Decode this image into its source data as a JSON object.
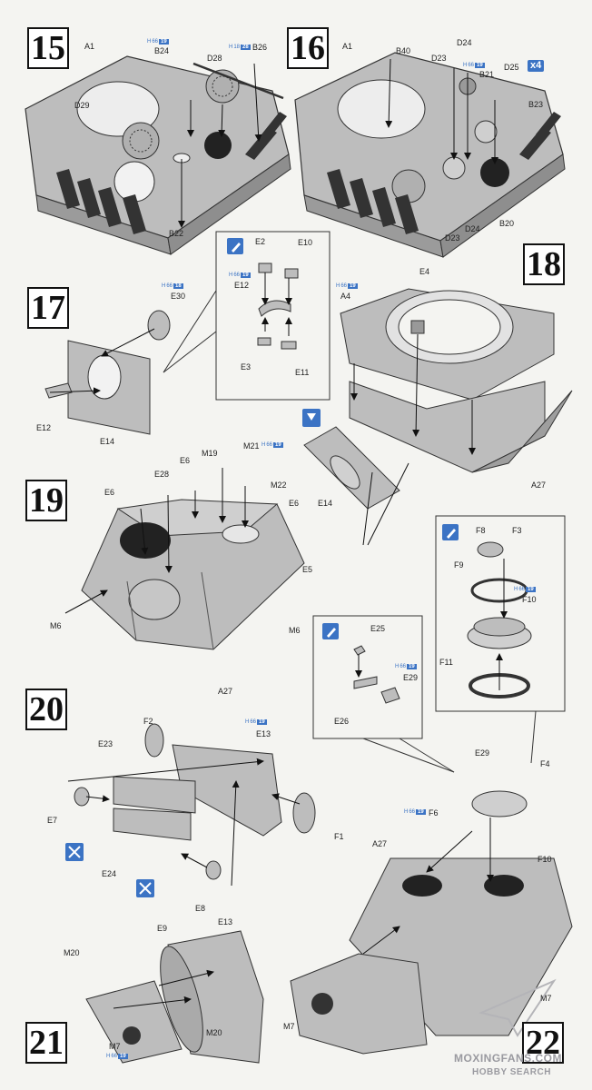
{
  "steps": [
    "15",
    "16",
    "17",
    "18",
    "19",
    "20",
    "21",
    "22"
  ],
  "paint_codes": {
    "h66": {
      "prefix": "H",
      "code": "66",
      "num": "19"
    },
    "h18": {
      "prefix": "H",
      "code": "18",
      "num": "28"
    },
    "h66_18": {
      "prefix": "H",
      "code": "66",
      "num": "18"
    }
  },
  "labels": {
    "s15": [
      "A1",
      "B24",
      "B26",
      "D28",
      "D29",
      "B22"
    ],
    "s16": [
      "A1",
      "B40",
      "D24",
      "D23",
      "B21",
      "D25",
      "B23",
      "D23",
      "D24",
      "B20"
    ],
    "s17": [
      "E30",
      "E12",
      "E14"
    ],
    "s17_detail": [
      "E2",
      "E10",
      "E12",
      "E3",
      "E11"
    ],
    "s18": [
      "E4",
      "A4",
      "A27",
      "E14"
    ],
    "s19": [
      "E6",
      "E28",
      "M19",
      "M21",
      "M22",
      "E6",
      "E6",
      "E5",
      "M6",
      "M6",
      "A27"
    ],
    "s19_detail": [
      "F8",
      "F3",
      "F9",
      "F10",
      "F11"
    ],
    "s20": [
      "F2",
      "E13",
      "E23",
      "E7",
      "E24",
      "E8",
      "F1"
    ],
    "s20_detail": [
      "E25",
      "E29",
      "E26"
    ],
    "s21": [
      "E9",
      "E13",
      "M20",
      "M20",
      "M7"
    ],
    "s22": [
      "E29",
      "F4",
      "F6",
      "A27",
      "F10",
      "M7",
      "M7"
    ]
  },
  "badge_x4": "x4",
  "watermark": {
    "line1": "MOXINGFANS.COM",
    "line2": "HOBBY SEARCH"
  }
}
